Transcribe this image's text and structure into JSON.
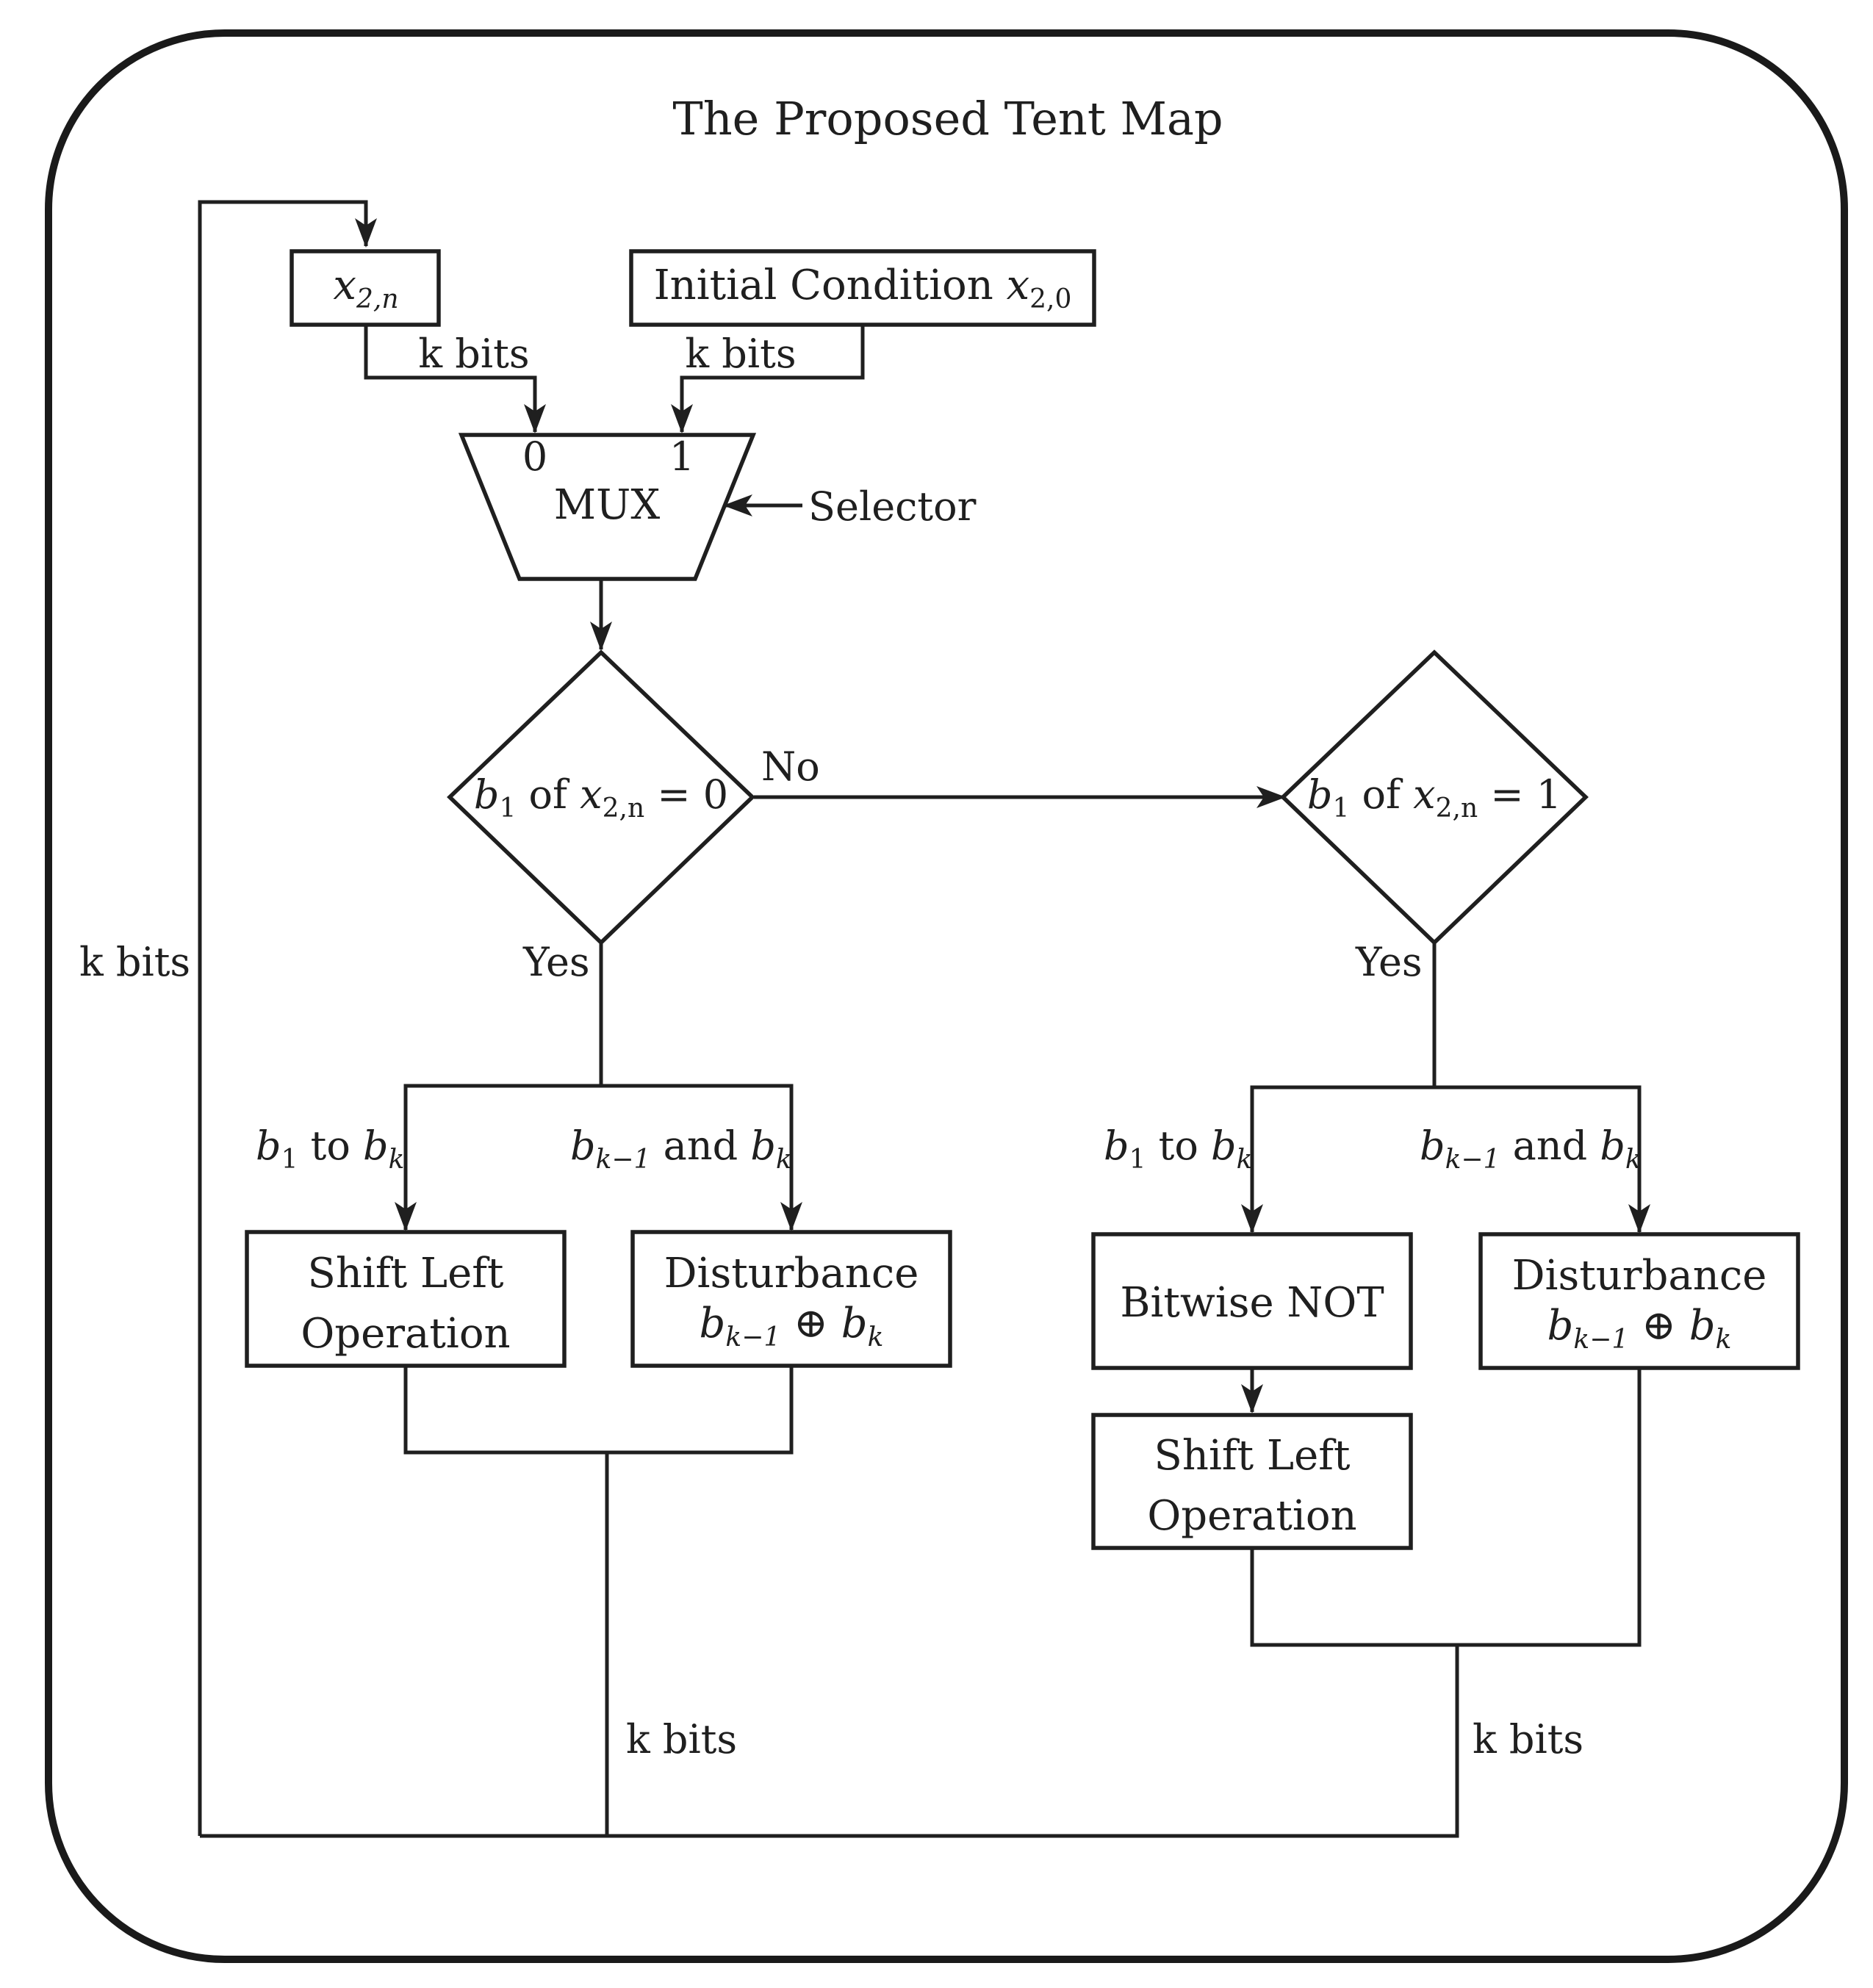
{
  "title": "The Proposed Tent Map",
  "nodes": {
    "x2n_box": {
      "var": "x",
      "sub": "2,n"
    },
    "init_box": {
      "text": "Initial Condition ",
      "var": "x",
      "sub": "2,0"
    },
    "mux": {
      "label": "MUX",
      "input0": "0",
      "input1": "1",
      "selector": "Selector"
    },
    "decision_left": {
      "b": "b",
      "bsub": "1",
      "mid": " of ",
      "x": "x",
      "xsub": "2,n",
      "eq": " = 0"
    },
    "decision_right": {
      "b": "b",
      "bsub": "1",
      "mid": " of ",
      "x": "x",
      "xsub": "2,n",
      "eq": " = 1"
    },
    "shift_left_a": {
      "line1": "Shift Left",
      "line2": "Operation"
    },
    "disturb_a": {
      "line1": "Disturbance",
      "b1": "b",
      "b1sub": "k−1",
      "op": " ⊕ ",
      "b2": "b",
      "b2sub": "k"
    },
    "bitwise_not": {
      "text": "Bitwise NOT"
    },
    "disturb_b": {
      "line1": "Disturbance",
      "b1": "b",
      "b1sub": "k−1",
      "op": " ⊕ ",
      "b2": "b",
      "b2sub": "k"
    },
    "shift_left_b": {
      "line1": "Shift Left",
      "line2": "Operation"
    }
  },
  "edge_labels": {
    "kbits": "k bits",
    "no": "No",
    "yes": "Yes",
    "b1_to_bk": {
      "b": "b",
      "bsub": "1",
      "mid": " to ",
      "b2": "b",
      "b2sub": "k"
    },
    "bk1_and_bk": {
      "b": "b",
      "bsub": "k−1",
      "mid": " and ",
      "b2": "b",
      "b2sub": "k"
    }
  }
}
